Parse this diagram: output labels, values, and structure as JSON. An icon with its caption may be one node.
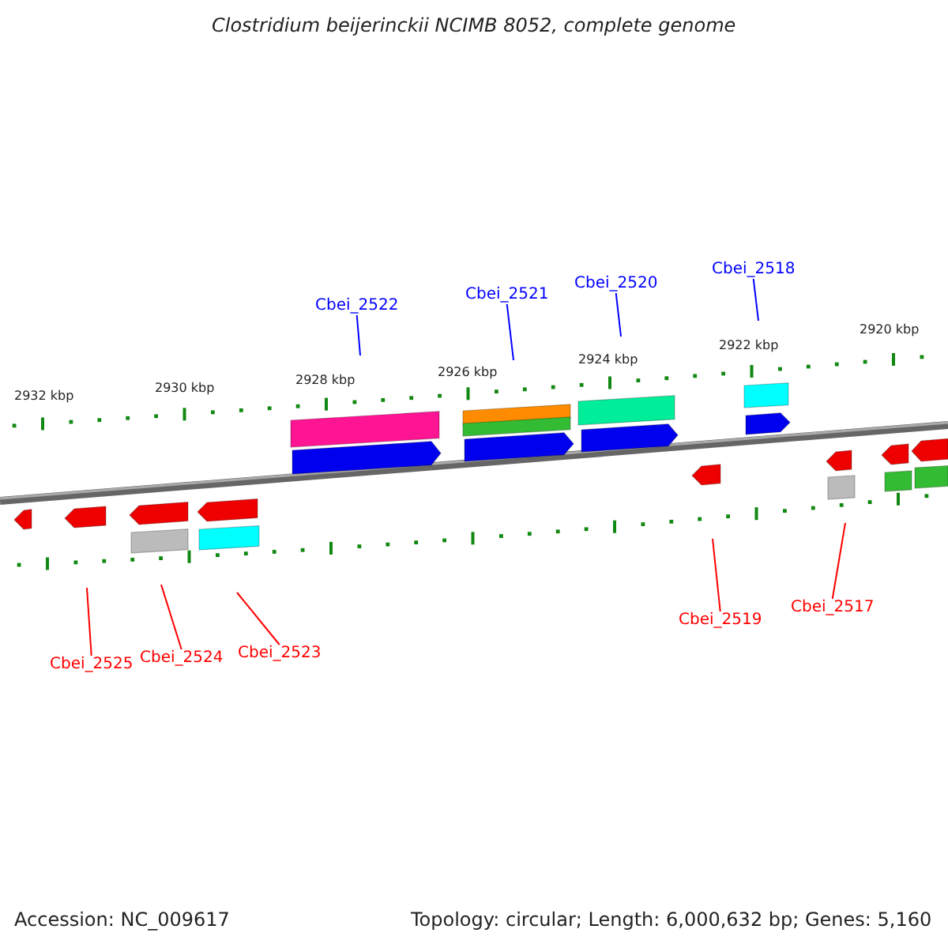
{
  "diagram": {
    "title": "Clostridium beijerinckii NCIMB 8052, complete genome",
    "nodes": [
      {
        "text": [
          "Cbei_2522"
        ]
      },
      {
        "text": [
          "Cbei_2521"
        ]
      },
      {
        "text": [
          "Cbei_2520"
        ]
      },
      {
        "text": [
          "Cbei_2518"
        ]
      },
      {
        "text": [
          "Cbei_2525"
        ]
      },
      {
        "text": [
          "Cbei_2524"
        ]
      },
      {
        "text": [
          "Cbei_2523"
        ]
      },
      {
        "text": [
          "Cbei_2519"
        ]
      },
      {
        "text": [
          "Cbei_2517"
        ]
      }
    ],
    "edges": [
      {
        "from": 0,
        "to": null,
        "arrow": "none",
        "color": "#0000ff"
      },
      {
        "from": 1,
        "to": null,
        "arrow": "none",
        "color": "#0000ff"
      },
      {
        "from": 2,
        "to": null,
        "arrow": "none",
        "color": "#0000ff"
      },
      {
        "from": 3,
        "to": null,
        "arrow": "none",
        "color": "#0000ff"
      },
      {
        "from": 4,
        "to": null,
        "arrow": "none"
      },
      {
        "from": 5,
        "to": null,
        "arrow": "none"
      },
      {
        "from": 6,
        "to": null,
        "arrow": "none"
      },
      {
        "from": 7,
        "to": null,
        "arrow": "none"
      },
      {
        "from": 8,
        "to": null,
        "arrow": "none"
      }
    ],
    "labels": [
      "2932 kbp",
      "2930 kbp",
      "2928 kbp",
      "2926 kbp",
      "2924 kbp",
      "2922 kbp",
      "2920 kbp",
      "Accession: NC_009617",
      "Topology: circular; Length: 6,000,632 bp; Genes: 5,160"
    ]
  }
}
